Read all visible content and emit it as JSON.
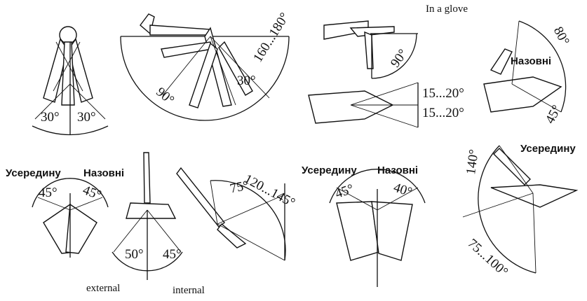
{
  "captions": {
    "glove": "In a glove",
    "external": "external",
    "internal": "internal"
  },
  "words": {
    "nazovni": "Назовні",
    "useredynu": "Усередину"
  },
  "angles": {
    "a30_left": "30°",
    "a30_right": "30°",
    "a90_leg": "90°",
    "a30_leg": "30°",
    "a160_180": "160...180°",
    "a90_hand": "90°",
    "a15_20_top": "15...20°",
    "a15_20_bottom": "15...20°",
    "a80": "80°",
    "a45_wrist": "45°",
    "a45_foot_left": "45°",
    "a45_foot_right": "45°",
    "a50_ankle": "50°",
    "a45_ankle": "45°",
    "a75_knee": "75°",
    "a120_145": "120...145°",
    "a45_palm": "45°",
    "a40_palm": "40°",
    "a140": "140°",
    "a75_100": "75...100°"
  }
}
